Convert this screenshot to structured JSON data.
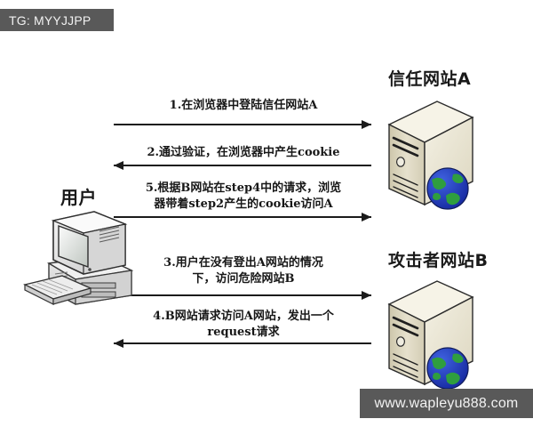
{
  "watermarks": {
    "top_left": "TG: MYYJJPP",
    "bottom_right": "www.wapleyu888.com",
    "bar_color": "#595959",
    "text_color": "#f2f2f2"
  },
  "diagram": {
    "title_hidden": "",
    "background": "#ffffff",
    "nodes": [
      {
        "id": "user",
        "label": "用户",
        "icon": "desktop-computer-icon"
      },
      {
        "id": "server_a",
        "label": "信任网站A",
        "icon": "server-tower-icon"
      },
      {
        "id": "server_b",
        "label": "攻击者网站B",
        "icon": "server-tower-icon"
      }
    ],
    "messages": [
      {
        "step": "1",
        "text": "1.在浏览器中登陆信任网站A",
        "direction": "right",
        "from": "user",
        "to": "server_a"
      },
      {
        "step": "2",
        "text": "2.通过验证，在浏览器中产生cookie",
        "direction": "left",
        "from": "server_a",
        "to": "user"
      },
      {
        "step": "5",
        "text": "5.根据B网站在step4中的请求，浏览\n器带着step2产生的cookie访问A",
        "direction": "right",
        "from": "user",
        "to": "server_a"
      },
      {
        "step": "3",
        "text": "3.用户在没有登出A网站的情况\n下，访问危险网站B",
        "direction": "right",
        "from": "user",
        "to": "server_b"
      },
      {
        "step": "4",
        "text": "4.B网站请求访问A网站，发出一个\nrequest请求",
        "direction": "left",
        "from": "server_b",
        "to": "user"
      }
    ],
    "colors": {
      "line": "#1b1b1b",
      "text": "#171717",
      "server_body": "#ded9c3",
      "server_top": "#f2efe2",
      "server_side": "#c9c3a8",
      "globe_ocean": "#1f3fc4",
      "globe_land": "#2f9e3f",
      "computer_body": "#e8e8e8",
      "computer_screen": "#d8dcd8"
    }
  }
}
